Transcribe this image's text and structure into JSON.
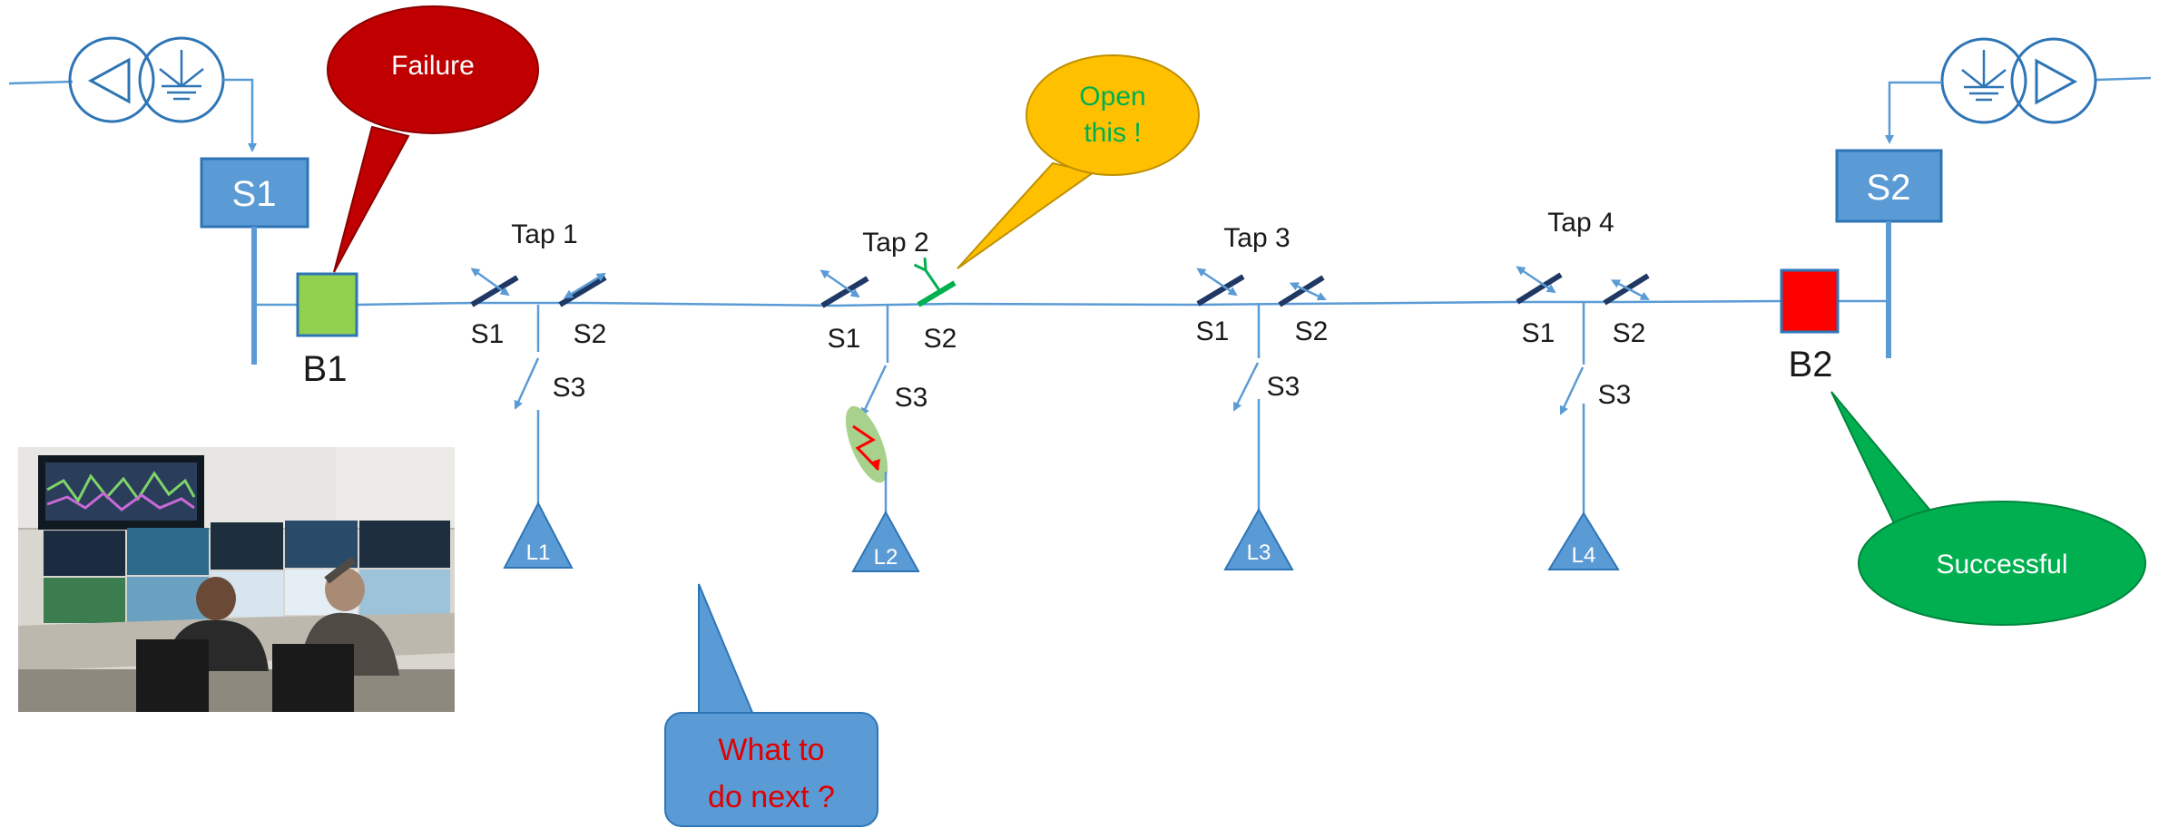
{
  "sources": [
    {
      "label": "S1"
    },
    {
      "label": "S2"
    }
  ],
  "breakers": [
    {
      "label": "B1",
      "color": "#92d050"
    },
    {
      "label": "B2",
      "color": "#ff0000"
    }
  ],
  "taps": [
    {
      "title": "Tap 1",
      "s1": "S1",
      "s2": "S2",
      "s3": "S3",
      "load": "L1"
    },
    {
      "title": "Tap 2",
      "s1": "S1",
      "s2": "S2",
      "s3": "S3",
      "load": "L2"
    },
    {
      "title": "Tap 3",
      "s1": "S1",
      "s2": "S2",
      "s3": "S3",
      "load": "L3"
    },
    {
      "title": "Tap 4",
      "s1": "S1",
      "s2": "S2",
      "s3": "S3",
      "load": "L4"
    }
  ],
  "callouts": {
    "failure": "Failure",
    "open_line1": "Open",
    "open_line2": "this !",
    "next_line1": "What to",
    "next_line2": "do next ?",
    "successful": "Successful"
  },
  "colors": {
    "line": "#5b9bd5",
    "switch": "#1f3864",
    "open_switch": "#00b050",
    "failure_bubble": "#c00000",
    "open_bubble": "#ffc000",
    "next_bubble": "#5b9bd5",
    "success_bubble": "#00b050",
    "fault": "#ff0000"
  },
  "icons": [
    "transformer-icon",
    "ground-icon",
    "switch-icon",
    "fault-icon",
    "load-icon",
    "control-room-photo"
  ]
}
